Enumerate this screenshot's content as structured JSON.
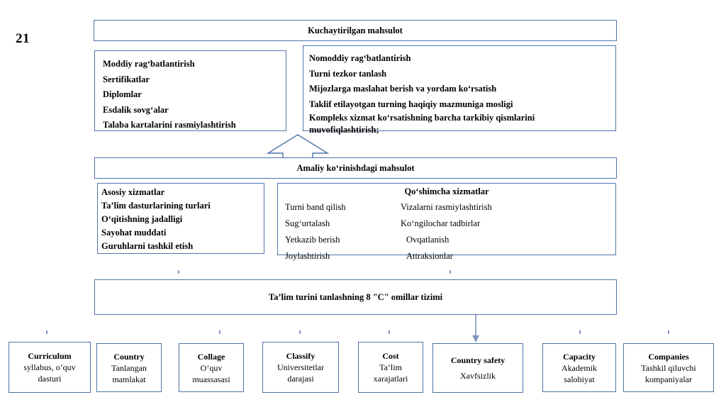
{
  "page": {
    "number": "21",
    "accent_color": "#4f74a8",
    "background": "#ffffff",
    "text_color": "#000000"
  },
  "augmented_product": {
    "banner": "Kuchaytirilgan mahsulot",
    "tangible": {
      "items": [
        "Moddiy rag‘batlantirish",
        "Sertifikatlar",
        "Diplomlar",
        "Esdalik sovg‘alar",
        "Talaba kartalarini rasmiylashtirish"
      ]
    },
    "intangible": {
      "items": [
        "Nomoddiy rag‘batlantirish",
        "Turni tezkor tanlash",
        "Mijozlarga maslahat berish va yordam ko‘rsatish",
        "Taklif etilayotgan turning haqiqiy mazmuniga mosligi",
        "Kompleks xizmat ko‘rsatishning barcha tarkibiy qismlarini",
        "muvofiqlashtirish;"
      ]
    }
  },
  "actual_product": {
    "banner": "Amaliy ko‘rinishdagi mahsulot",
    "core_services": {
      "items": [
        "Asosiy xizmatlar",
        "Ta’lim dasturlarining turlari",
        "O‘qitishning jadalligi",
        "Sayohat muddati",
        "Guruhlarni tashkil etish"
      ]
    },
    "extra_services": {
      "heading": "Qo‘shimcha xizmatlar",
      "left_column": [
        "Turni band qilish",
        "Sug‘urtalash",
        "Yetkazib berish",
        "Joylashtirish"
      ],
      "right_column": [
        "Vizalarni rasmiylashtirish",
        "Ko‘ngilochar tadbirlar",
        "Ovqatlanish",
        "Attraksionlar"
      ]
    }
  },
  "factors_system": {
    "banner": "Ta’lim turini tanlashning 8 \"C\" omillar tizimi",
    "factors": [
      {
        "title": "Curriculum",
        "lines": [
          "syllabus, o’quv",
          "dasturi"
        ]
      },
      {
        "title": "Country",
        "lines": [
          "Tanlangan",
          "mamlakat"
        ]
      },
      {
        "title": "Collage",
        "lines": [
          "O’quv",
          "muassasasi"
        ]
      },
      {
        "title": "Classify",
        "lines": [
          "Universitetlar",
          "darajasi"
        ]
      },
      {
        "title": "Cost",
        "lines": [
          "Ta’lim",
          "xarajatlari"
        ]
      },
      {
        "title": "Country safety",
        "lines": [
          "Xavfsizlik"
        ]
      },
      {
        "title": "Capacity",
        "lines": [
          "Akademik",
          "salohiyat"
        ]
      },
      {
        "title": "Companies",
        "lines": [
          "Tashkil qiluvchi",
          "kompaniyalar"
        ]
      }
    ]
  }
}
